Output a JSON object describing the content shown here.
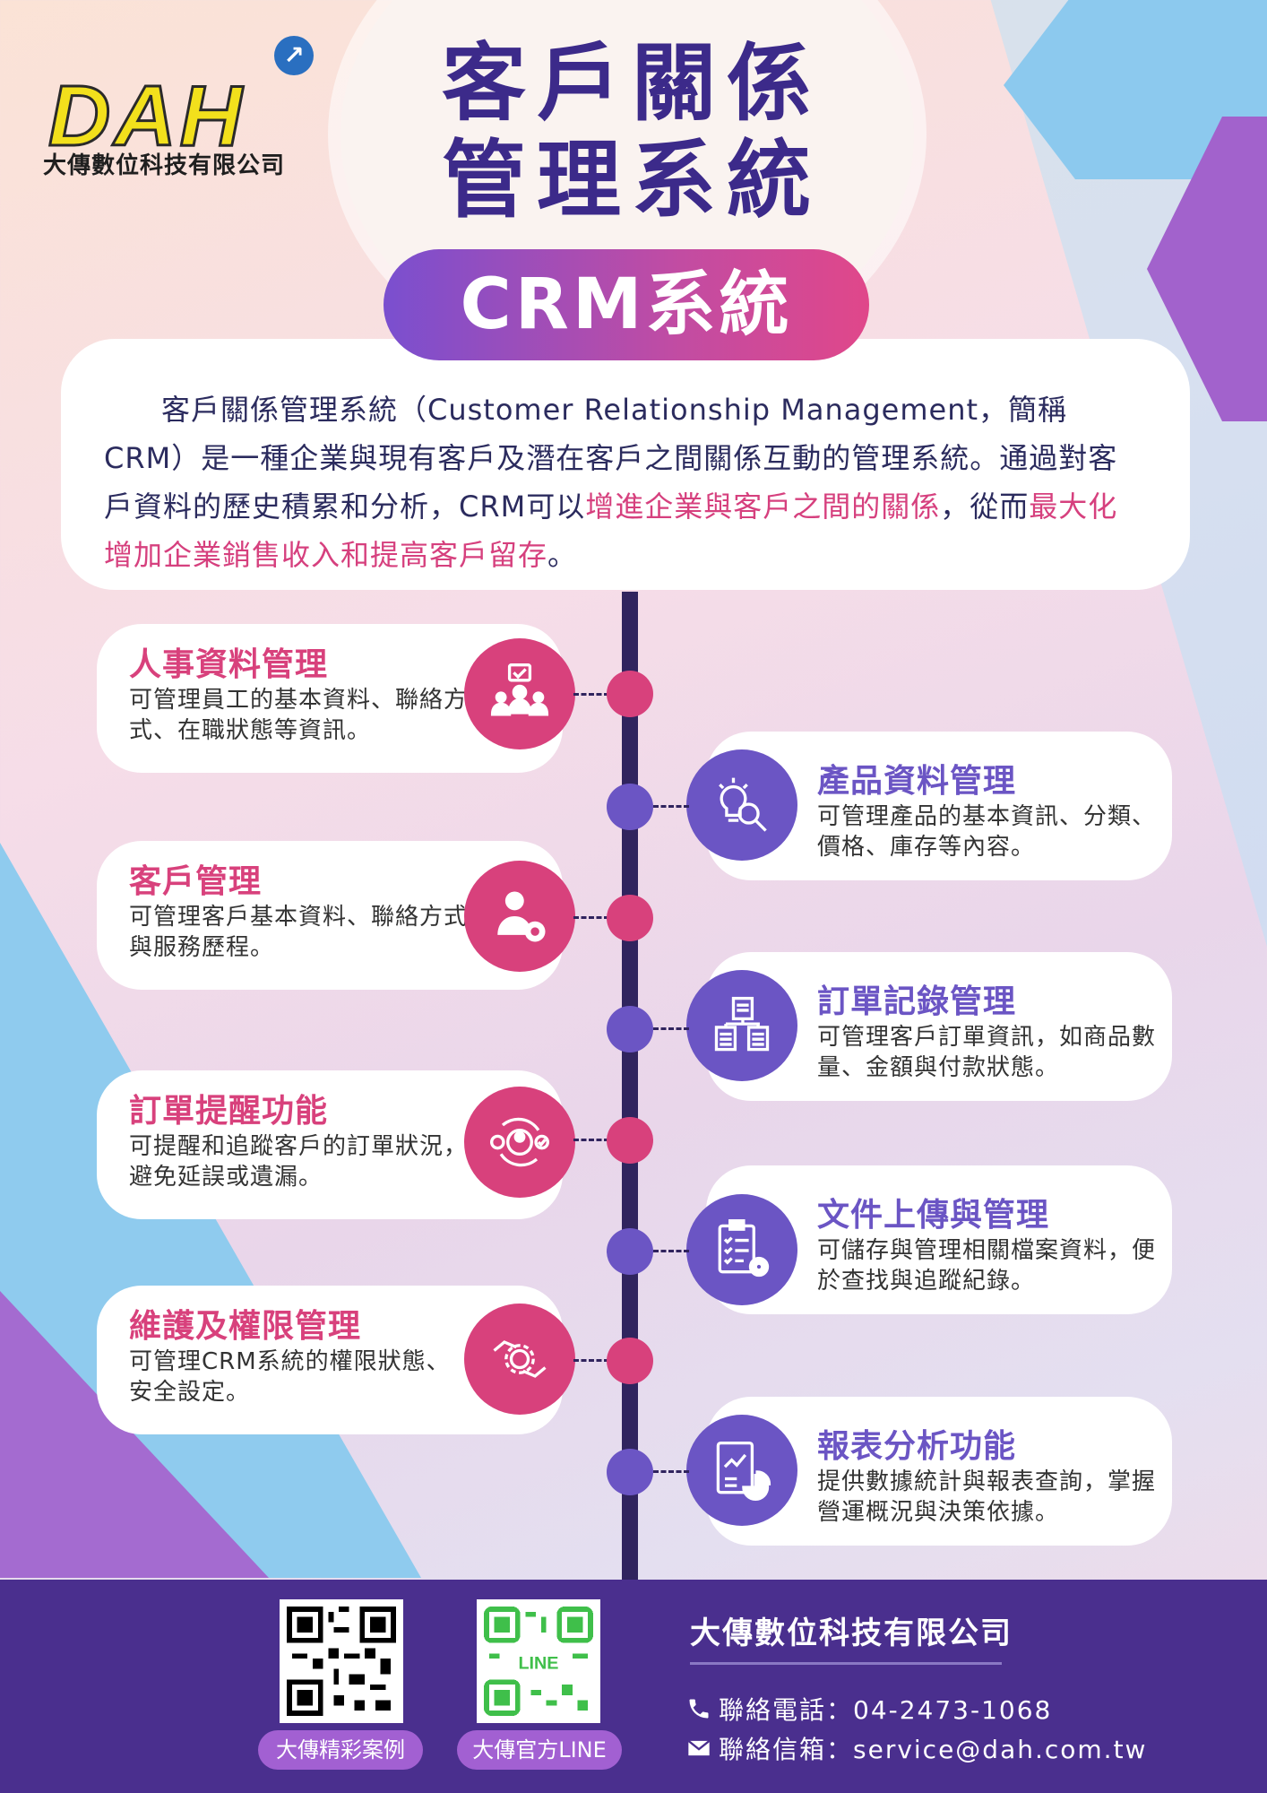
{
  "header": {
    "logo_text": "DAH",
    "logo_company": "大傳數位科技有限公司",
    "title_line1": "客戶關係",
    "title_line2": "管理系統",
    "pill": "CRM系統"
  },
  "intro": {
    "part1": "客戶關係管理系統（Customer Relationship Management，簡稱CRM）是一種企業與現有客戶及潛在客戶之間關係互動的管理系統。通過對客戶資料的歷史積累和分析，CRM可以",
    "highlight1": "增進企業與客戶之間的關係",
    "part2": "，從而",
    "highlight2": "最大化增加企業銷售收入和提高客戶留存",
    "part3": "。"
  },
  "features": [
    {
      "title": "人事資料管理",
      "desc": "可管理員工的基本資料、聯絡方式、在職狀態等資訊。",
      "icon": "team-icon"
    },
    {
      "title": "產品資料管理",
      "desc": "可管理產品的基本資訊、分類、價格、庫存等內容。",
      "icon": "bulb-search-icon"
    },
    {
      "title": "客戶管理",
      "desc": "可管理客戶基本資料、聯絡方式與服務歷程。",
      "icon": "customer-gear-icon"
    },
    {
      "title": "訂單記錄管理",
      "desc": "可管理客戶訂單資訊，如商品數量、金額與付款狀態。",
      "icon": "order-stack-icon"
    },
    {
      "title": "訂單提醒功能",
      "desc": "可提醒和追蹤客戶的訂單狀況，避免延誤或遺漏。",
      "icon": "reminder-icon"
    },
    {
      "title": "文件上傳與管理",
      "desc": "可儲存與管理相關檔案資料，便於查找與追蹤紀錄。",
      "icon": "clipboard-gear-icon"
    },
    {
      "title": "維護及權限管理",
      "desc": "可管理CRM系統的權限狀態、安全設定。",
      "icon": "hands-gear-icon"
    },
    {
      "title": "報表分析功能",
      "desc": "提供數據統計與報表查詢，掌握營運概況與決策依據。",
      "icon": "report-chart-icon"
    }
  ],
  "footer": {
    "qr1_label": "大傳精彩案例",
    "qr2_label": "大傳官方LINE",
    "qr2_center": "LINE",
    "company": "大傳數位科技有限公司",
    "phone": "聯絡電話：04-2473-1068",
    "email": "聯絡信箱：service@dah.com.tw"
  },
  "colors": {
    "pink": "#d8417c",
    "purple": "#6b55c4",
    "navy": "#3c2a8a",
    "footer_bg": "#4a2f8e"
  }
}
